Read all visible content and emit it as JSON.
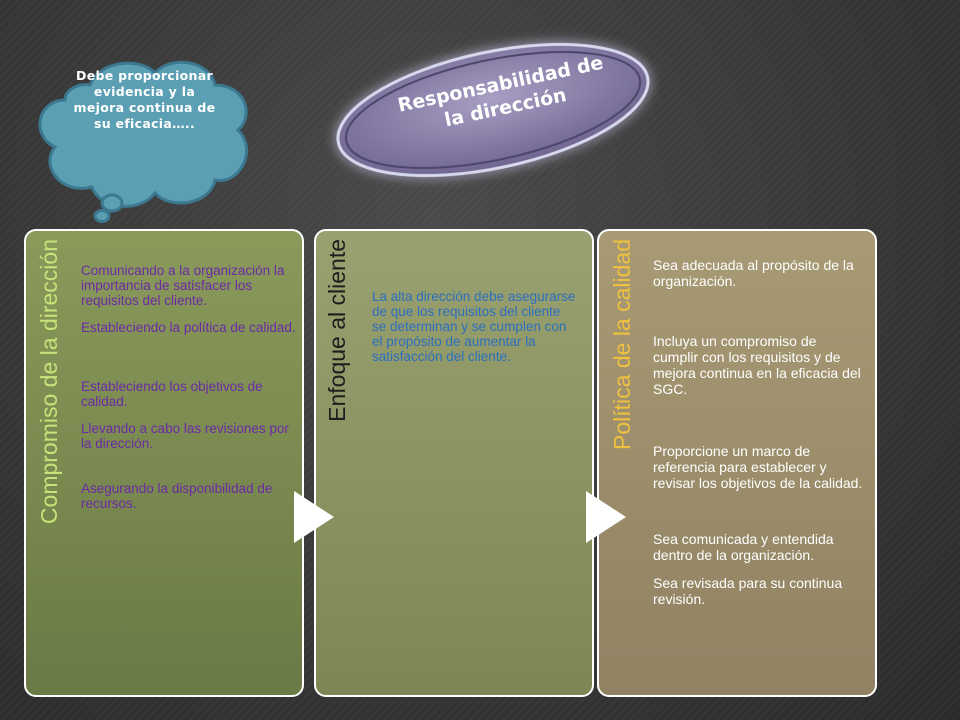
{
  "cloud": {
    "text": "Debe proporcionar evidencia y la mejora continua de su eficacia….."
  },
  "title_ellipse": {
    "text": "Responsabilidad de la dirección"
  },
  "panels": [
    {
      "title": "Compromiso de la dirección",
      "items": [
        "Comunicando a la organización la importancia de satisfacer los requisitos del cliente.",
        "Estableciendo la política de calidad.",
        "Estableciendo los objetivos de calidad.",
        "Llevando a cabo las revisiones por la dirección.",
        "Asegurando la disponibilidad de recursos."
      ]
    },
    {
      "title": "Enfoque al cliente",
      "items": [
        "La alta dirección debe asegurarse de que los requisitos del cliente se determinan y se cumplen con el propósito de aumentar la satisfacción del cliente."
      ]
    },
    {
      "title": "Política de la calidad",
      "items": [
        "Sea adecuada al propósito de la organización.",
        "Incluya un compromiso de cumplir con los requisitos y de mejora continua en la eficacia del SGC.",
        "Proporcione un marco de referencia para establecer y revisar los objetivos de la calidad.",
        "Sea comunicada y entendida dentro de la organización.",
        "Sea revisada para su continua revisión."
      ]
    }
  ],
  "colors": {
    "panel1_title": "#c9e27a",
    "panel1_text": "#6b2aa5",
    "panel2_title": "#1e1e1e",
    "panel2_text": "#2b6fbf",
    "panel3_title": "#f0c040",
    "panel3_text": "#ffffff",
    "cloud_fill": "#5b9fb5",
    "ellipse_fill": "#8a7fa8"
  }
}
